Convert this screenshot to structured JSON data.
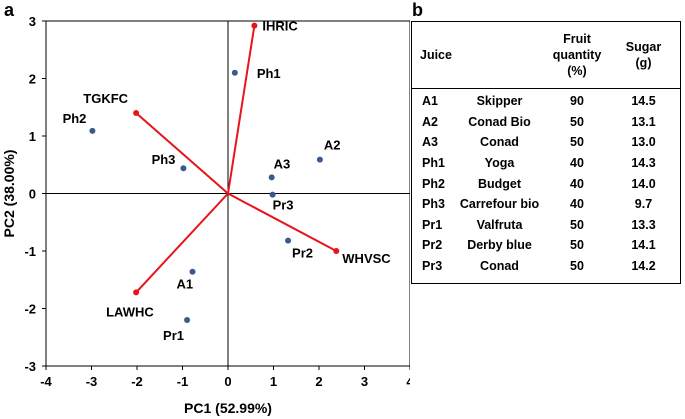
{
  "panels": {
    "a": "a",
    "b": "b"
  },
  "chart_data": {
    "type": "scatter",
    "xlabel": "PC1 (52.99%)",
    "ylabel": "PC2 (38.00%)",
    "xlim": [
      -4,
      4
    ],
    "ylim": [
      -3,
      3
    ],
    "xticks": [
      -4,
      -3,
      -2,
      -1,
      0,
      1,
      2,
      3,
      4
    ],
    "yticks": [
      -3,
      -2,
      -1,
      0,
      1,
      2,
      3
    ],
    "grid": false,
    "colors": {
      "points": "#3a5a8c",
      "loadings": "#e8141c",
      "axes": "#000000"
    },
    "points": [
      {
        "label": "Ph1",
        "x": 0.15,
        "y": 2.1
      },
      {
        "label": "Ph2",
        "x": -2.98,
        "y": 1.09
      },
      {
        "label": "Ph3",
        "x": -0.98,
        "y": 0.44
      },
      {
        "label": "A1",
        "x": -0.78,
        "y": -1.36
      },
      {
        "label": "A2",
        "x": 2.02,
        "y": 0.59
      },
      {
        "label": "A3",
        "x": 0.96,
        "y": 0.28
      },
      {
        "label": "Pr1",
        "x": -0.9,
        "y": -2.2
      },
      {
        "label": "Pr2",
        "x": 1.32,
        "y": -0.82
      },
      {
        "label": "Pr3",
        "x": 0.98,
        "y": -0.02
      }
    ],
    "loadings": [
      {
        "label": "IHRIC",
        "x": 0.58,
        "y": 2.92
      },
      {
        "label": "TGKFC",
        "x": -2.02,
        "y": 1.4
      },
      {
        "label": "WHVSC",
        "x": 2.38,
        "y": -1.0
      },
      {
        "label": "LAWHC",
        "x": -2.02,
        "y": -1.72
      }
    ]
  },
  "table": {
    "headers": {
      "juice": "Juice",
      "fruit": "Fruit quantity (%)",
      "sugar": "Sugar (g)"
    },
    "rows": [
      {
        "code": "A1",
        "name": "Skipper",
        "fruit": "90",
        "sugar": "14.5"
      },
      {
        "code": "A2",
        "name": "Conad Bio",
        "fruit": "50",
        "sugar": "13.1"
      },
      {
        "code": "A3",
        "name": "Conad",
        "fruit": "50",
        "sugar": "13.0"
      },
      {
        "code": "Ph1",
        "name": "Yoga",
        "fruit": "40",
        "sugar": "14.3"
      },
      {
        "code": "Ph2",
        "name": "Budget",
        "fruit": "40",
        "sugar": "14.0"
      },
      {
        "code": "Ph3",
        "name": "Carrefour bio",
        "fruit": "40",
        "sugar": "9.7"
      },
      {
        "code": "Pr1",
        "name": "Valfruta",
        "fruit": "50",
        "sugar": "13.3"
      },
      {
        "code": "Pr2",
        "name": "Derby blue",
        "fruit": "50",
        "sugar": "14.1"
      },
      {
        "code": "Pr3",
        "name": "Conad",
        "fruit": "50",
        "sugar": "14.2"
      }
    ]
  }
}
